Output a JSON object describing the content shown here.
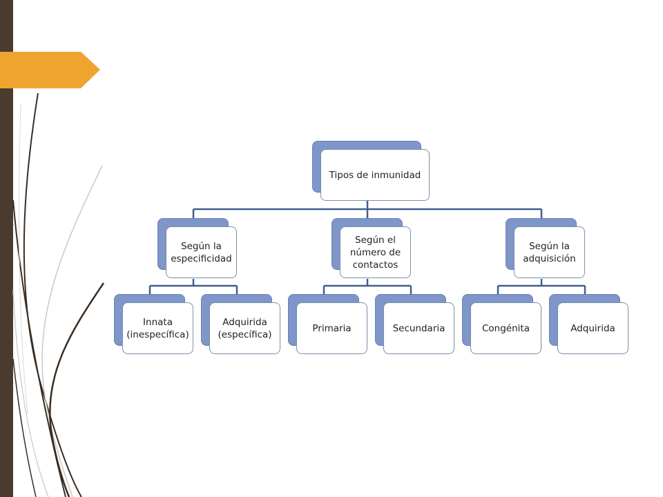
{
  "diagram": {
    "root": {
      "label": "Tipos de inmunidad"
    },
    "branches": [
      {
        "label": "Según la\nespecificidad",
        "children": [
          {
            "label": "Innata\n(inespecífica)"
          },
          {
            "label": "Adquirida\n(específica)"
          }
        ]
      },
      {
        "label": "Según el\nnúmero de\ncontactos",
        "children": [
          {
            "label": "Primaria"
          },
          {
            "label": "Secundaria"
          }
        ]
      },
      {
        "label": "Según la\nadquisición",
        "children": [
          {
            "label": "Congénita"
          },
          {
            "label": "Adquirida"
          }
        ]
      }
    ]
  },
  "colors": {
    "sidebar": "#4a3b2e",
    "accent": "#f0a430",
    "node_back": "#7e96c9",
    "connector": "#3f5f8f"
  }
}
